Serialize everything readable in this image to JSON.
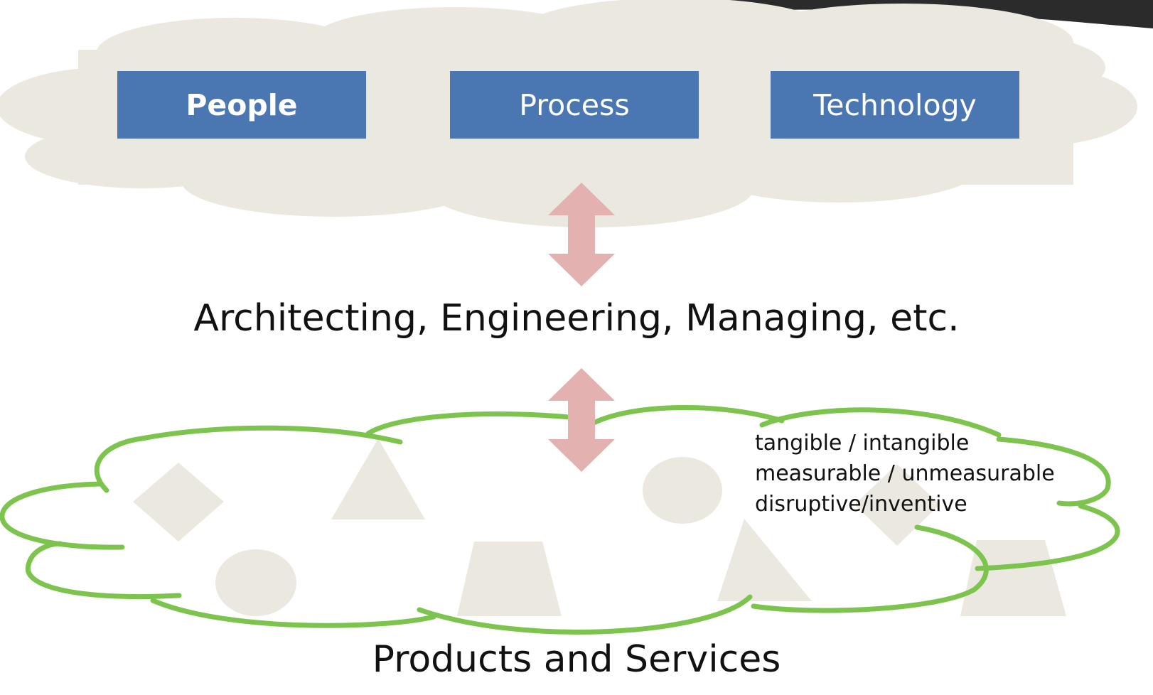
{
  "colors": {
    "top_cloud_fill": "#eae8df",
    "box_fill": "#4a76b1",
    "box_text": "#ffffff",
    "arrow_fill": "#e2b1b0",
    "bottom_cloud_outline": "#7dc44f",
    "shape_fill": "#eae8df",
    "text": "#111111"
  },
  "top_cloud": {
    "boxes": [
      {
        "label": "People",
        "bold": true
      },
      {
        "label": "Process",
        "bold": false
      },
      {
        "label": "Technology",
        "bold": false
      }
    ]
  },
  "middle": {
    "caption": "Architecting, Engineering, Managing, etc."
  },
  "bottom_cloud": {
    "notes": [
      "tangible / intangible",
      "measurable / unmeasurable",
      "disruptive/inventive"
    ],
    "caption": "Products and Services",
    "shapes": [
      "diamond",
      "triangle",
      "circle",
      "trapezoid",
      "circle",
      "triangle",
      "diamond",
      "trapezoid"
    ]
  },
  "arrows": [
    "double-arrow-vertical",
    "double-arrow-vertical"
  ]
}
